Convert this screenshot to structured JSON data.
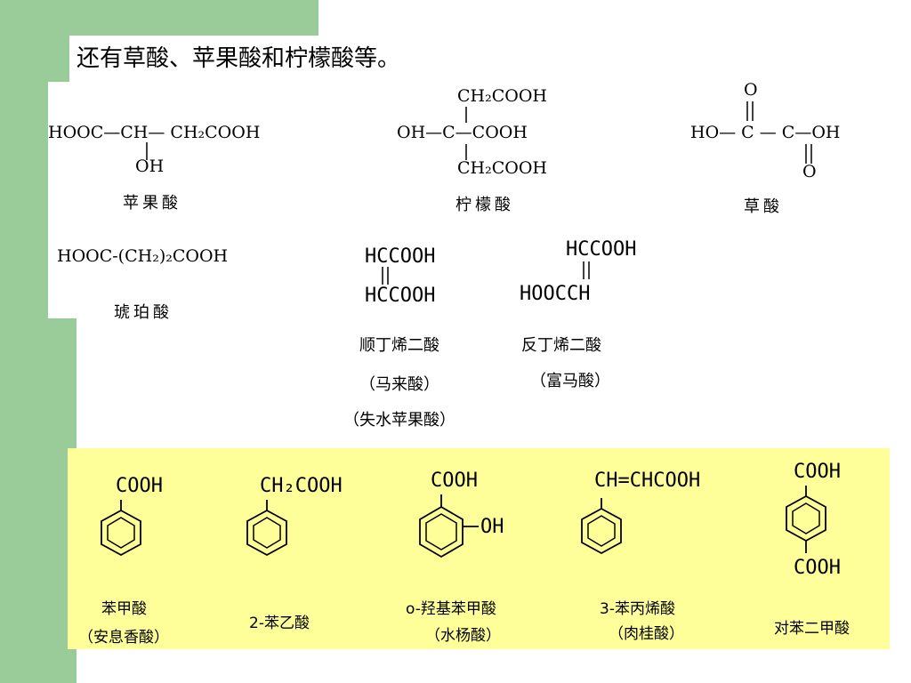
{
  "slide": {
    "title": "还有草酸、苹果酸和柠檬酸等。",
    "background_accent": "#99cc99",
    "panel_accent": "#ffff99"
  },
  "malic": {
    "main": "HOOC—CH— CH₂COOH",
    "sub": "OH",
    "name": "苹果酸"
  },
  "citric": {
    "top": "CH₂COOH",
    "left": "OH—C—COOH",
    "bottom": "CH₂COOH",
    "name": "柠檬酸"
  },
  "oxalic": {
    "o_top": "O",
    "main": "HO— C — C—OH",
    "o_bottom": "O",
    "name": "草酸"
  },
  "succinic": {
    "formula": "HOOC-(CH₂)₂COOH",
    "name": "琥珀酸"
  },
  "maleic": {
    "line1": "HCCOOH",
    "line2": "HCCOOH",
    "name": "顺丁烯二酸",
    "alias1": "（马来酸）",
    "alias2": "（失水苹果酸）"
  },
  "fumaric": {
    "line1": "HCCOOH",
    "line2": "HOOCCH",
    "name": "反丁烯二酸",
    "alias": "（富马酸）"
  },
  "aromatic": [
    {
      "group": "COOH",
      "name": "苯甲酸",
      "alias": "（安息香酸）"
    },
    {
      "group": "CH₂COOH",
      "name": "2-苯乙酸",
      "alias": ""
    },
    {
      "group": "COOH",
      "group2": "OH",
      "name": "o-羟基苯甲酸",
      "alias": "（水杨酸）"
    },
    {
      "group": "CH=CHCOOH",
      "name": "3-苯丙烯酸",
      "alias": "（肉桂酸）"
    },
    {
      "group": "COOH",
      "group2": "COOH",
      "name": "对苯二甲酸",
      "alias": ""
    }
  ]
}
